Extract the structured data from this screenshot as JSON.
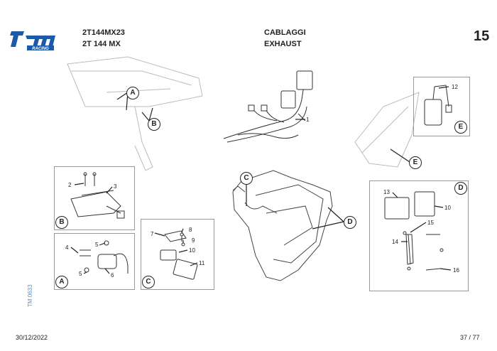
{
  "header": {
    "model_code": "2T144MX23",
    "model_name": "2T 144 MX",
    "section_it": "CABLAGGI",
    "section_en": "EXHAUST",
    "page_number": "15",
    "logo_text": "tm RACING"
  },
  "footer": {
    "date": "30/12/2022",
    "page": "37 / 77",
    "doc_code": "TM 0633"
  },
  "callouts": {
    "a_top": "A",
    "b_top": "B",
    "a_box": "A",
    "b_box": "B",
    "c_box": "C",
    "c_main": "C",
    "d_main": "D",
    "d_box": "D",
    "e_box": "E",
    "e_frame": "E"
  },
  "parts": {
    "p1": "1",
    "p2": "2",
    "p3": "3",
    "p4": "4",
    "p5a": "5",
    "p5b": "5",
    "p6": "6",
    "p7": "7",
    "p8": "8",
    "p9": "9",
    "p10a": "10",
    "p10b": "10",
    "p11": "11",
    "p12": "12",
    "p13": "13",
    "p14": "14",
    "p15": "15",
    "p16": "16"
  }
}
